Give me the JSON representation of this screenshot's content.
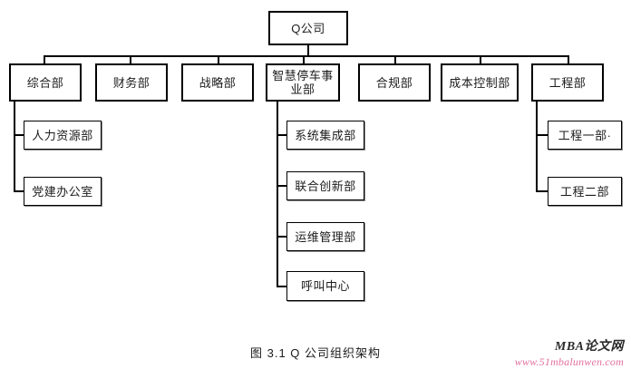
{
  "figure": {
    "caption": "图 3.1  Q 公司组织架构",
    "type": "org-chart"
  },
  "chart_data": {
    "type": "diagram",
    "title": "图 3.1  Q 公司组织架构",
    "root": "Q公司",
    "levels": 3,
    "nodes": [
      {
        "id": "root",
        "label": "Q公司",
        "level": 1,
        "parent": null
      },
      {
        "id": "n1",
        "label": "综合部",
        "level": 2,
        "parent": "root"
      },
      {
        "id": "n2",
        "label": "财务部",
        "level": 2,
        "parent": "root"
      },
      {
        "id": "n3",
        "label": "战略部",
        "level": 2,
        "parent": "root"
      },
      {
        "id": "n4",
        "label": "智慧停车事\n业部",
        "level": 2,
        "parent": "root"
      },
      {
        "id": "n5",
        "label": "合规部",
        "level": 2,
        "parent": "root"
      },
      {
        "id": "n6",
        "label": "成本控制部",
        "level": 2,
        "parent": "root"
      },
      {
        "id": "n7",
        "label": "工程部",
        "level": 2,
        "parent": "root"
      },
      {
        "id": "n1a",
        "label": "人力资源部",
        "level": 3,
        "parent": "n1"
      },
      {
        "id": "n1b",
        "label": "党建办公室",
        "level": 3,
        "parent": "n1"
      },
      {
        "id": "n4a",
        "label": "系统集成部",
        "level": 3,
        "parent": "n4"
      },
      {
        "id": "n4b",
        "label": "联合创新部",
        "level": 3,
        "parent": "n4"
      },
      {
        "id": "n4c",
        "label": "运维管理部",
        "level": 3,
        "parent": "n4"
      },
      {
        "id": "n4d",
        "label": "呼叫中心",
        "level": 3,
        "parent": "n4"
      },
      {
        "id": "n7a",
        "label": "工程一部·",
        "level": 3,
        "parent": "n7"
      },
      {
        "id": "n7b",
        "label": "工程二部",
        "level": 3,
        "parent": "n7"
      }
    ],
    "colors": {
      "box_fill": "#ffffff",
      "box_border": "#000000",
      "connector": "#000000",
      "text": "#1c1c1c",
      "caption": "#1a1a1a",
      "watermark_brand": "#2b2b2b",
      "watermark_url": "#e2719f"
    }
  },
  "root": {
    "label": "Q公司"
  },
  "level2": [
    {
      "label": "综合部"
    },
    {
      "label": "财务部"
    },
    {
      "label": "战略部"
    },
    {
      "label": "智慧停车事\n业部"
    },
    {
      "label": "合规部"
    },
    {
      "label": "成本控制部"
    },
    {
      "label": "工程部"
    }
  ],
  "general_affairs_children": [
    {
      "label": "人力资源部"
    },
    {
      "label": "党建办公室"
    }
  ],
  "smart_parking_children": [
    {
      "label": "系统集成部"
    },
    {
      "label": "联合创新部"
    },
    {
      "label": "运维管理部"
    },
    {
      "label": "呼叫中心"
    }
  ],
  "engineering_children": [
    {
      "label": "工程一部·"
    },
    {
      "label": "工程二部"
    }
  ],
  "watermark": {
    "brand": "MBA论文网",
    "url": "www.51mbalunwen.com"
  }
}
